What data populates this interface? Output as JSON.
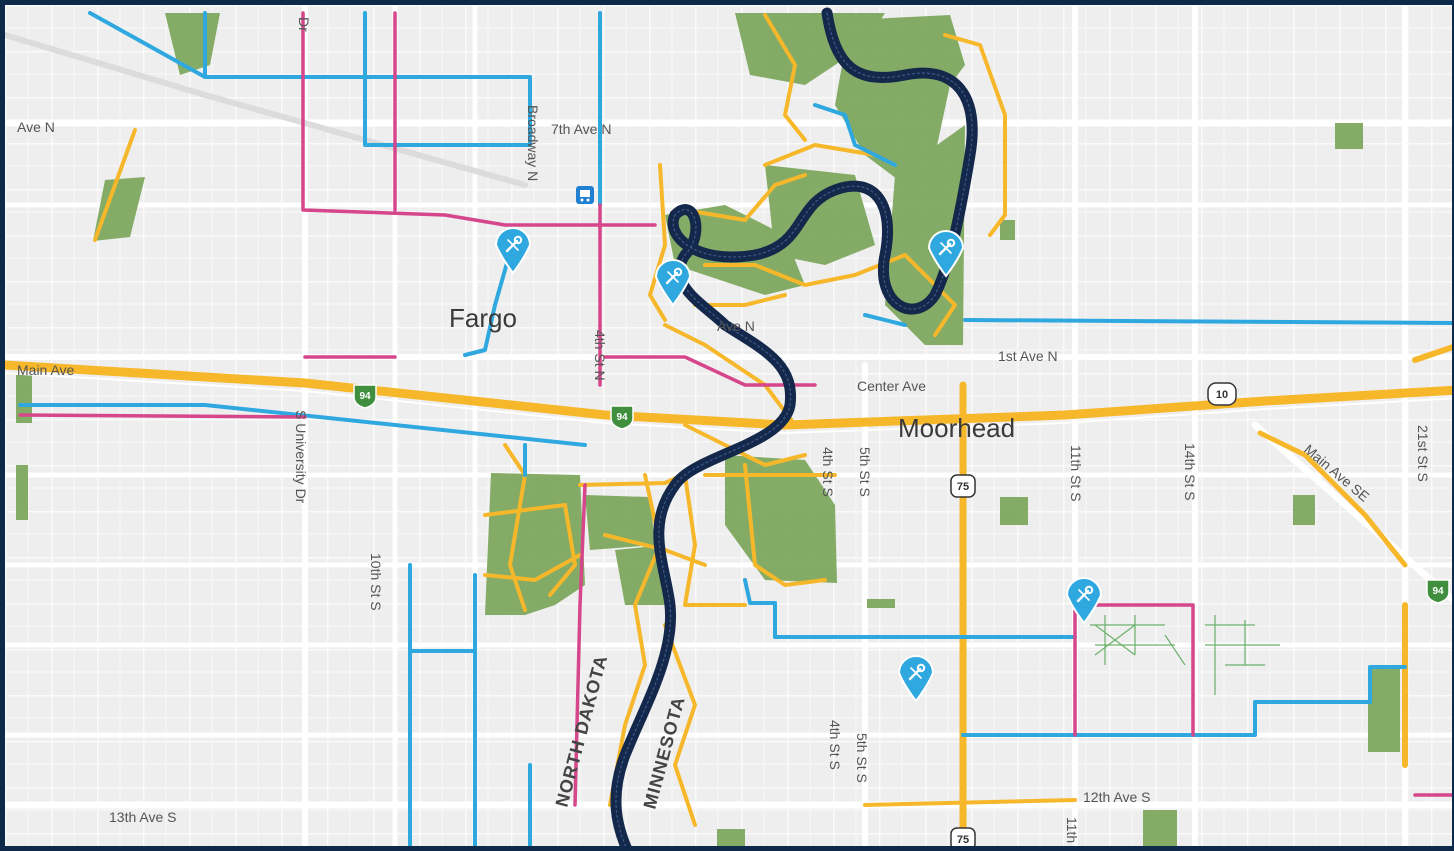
{
  "map": {
    "cities": {
      "fargo": "Fargo",
      "moorhead": "Moorhead"
    },
    "states": {
      "north_dakota": "NORTH DAKOTA",
      "minnesota": "MINNESOTA"
    },
    "streets": {
      "ave_n_left": "Ave N",
      "seventh_ave_n": "7th Ave N",
      "broadway_n": "Broadway N",
      "dr_top": "Dr",
      "main_ave": "Main Ave",
      "university_dr": "S University Dr",
      "tenth_st_s": "10th St S",
      "fourth_st_n": "4th St N",
      "ave_n_mid": "Ave N",
      "first_ave_n": "1st Ave N",
      "center_ave": "Center Ave",
      "fourth_st_s_upper": "4th St S",
      "fifth_st_s_upper": "5th St S",
      "fourth_st_s_lower": "4th St S",
      "fifth_st_s_lower": "5th St S",
      "eleventh_st_s": "11th St S",
      "fourteenth_st_s": "14th St S",
      "main_ave_se": "Main Ave SE",
      "twentyfirst_st_s": "21st St S",
      "twelfth_ave_s": "12th Ave S",
      "thirteenth_ave_s": "13th Ave S",
      "eleventh_bottom": "11th"
    },
    "highway_shields": {
      "i94_a": "94",
      "i94_b": "94",
      "i94_c": "94",
      "us10": "10",
      "us75_a": "75",
      "us75_b": "75"
    },
    "legend_colors": {
      "river": "#14284b",
      "shared_use_path": "#f6b82a",
      "bike_lane": "#2ea8df",
      "signed_route": "#d5468b",
      "park": "#7ea85f",
      "repair_station": "#2ea8df"
    },
    "markers": [
      {
        "type": "bike-repair-station",
        "icon": "wrench-screwdriver-icon"
      },
      {
        "type": "bike-repair-station",
        "icon": "wrench-screwdriver-icon"
      },
      {
        "type": "bike-repair-station",
        "icon": "wrench-screwdriver-icon"
      },
      {
        "type": "bike-repair-station",
        "icon": "wrench-screwdriver-icon"
      },
      {
        "type": "bike-repair-station",
        "icon": "wrench-screwdriver-icon"
      }
    ],
    "bus_icon": "bus-icon"
  }
}
